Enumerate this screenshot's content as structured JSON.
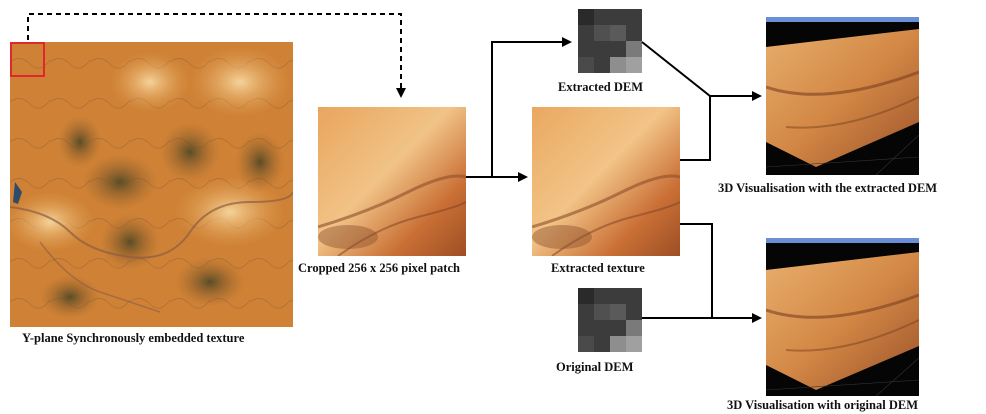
{
  "captions": {
    "source_texture": "Y-plane Synchronously embedded texture",
    "cropped_patch": "Cropped 256 x 256 pixel patch",
    "extracted_dem": "Extracted DEM",
    "extracted_texture": "Extracted texture",
    "original_dem": "Original  DEM",
    "vis_extracted": "3D Visualisation with the extracted DEM",
    "vis_original": "3D Visualisation with original DEM"
  },
  "colors": {
    "highlight_box": "#e0282c",
    "arrow": "#000000"
  }
}
